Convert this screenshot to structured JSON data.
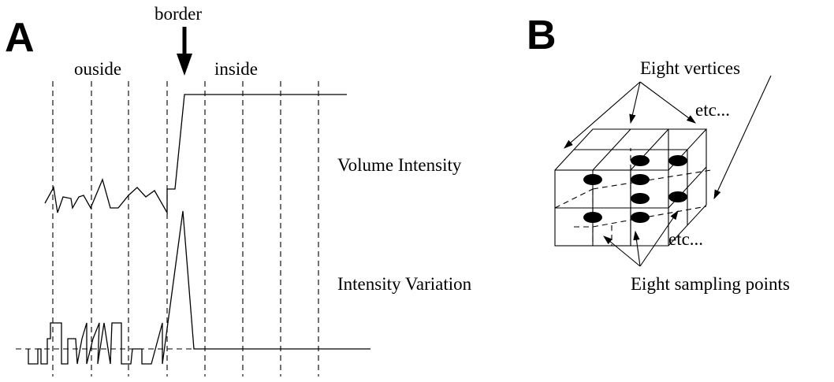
{
  "panel_a": {
    "letter": "A",
    "label_border": "border",
    "label_outside": "ouside",
    "label_inside": "inside",
    "label_volume_intensity": "Volume Intensity",
    "label_intensity_variation": "Intensity Variation"
  },
  "panel_b": {
    "letter": "B",
    "label_eight_vertices": "Eight vertices",
    "label_etc_top": "etc...",
    "label_etc_bottom": "etc...",
    "label_eight_sampling_points": "Eight sampling points"
  }
}
